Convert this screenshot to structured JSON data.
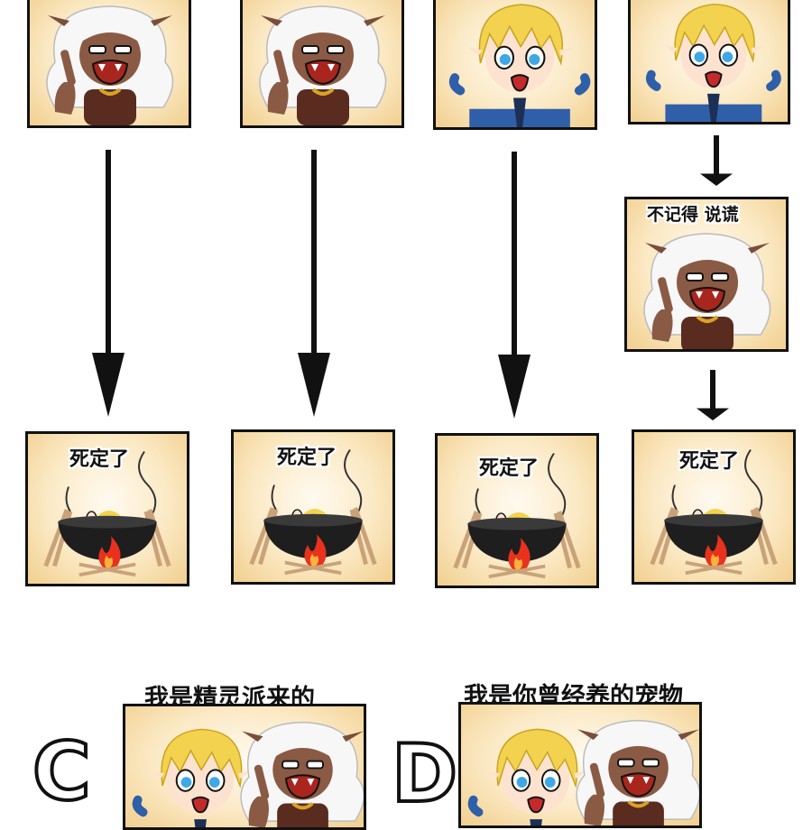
{
  "captions": {
    "forget_lie": "不记得 说谎",
    "dead_1": "死定了",
    "dead_2": "死定了",
    "dead_3": "死定了",
    "dead_4": "死定了",
    "option_c_text": "我是精灵派来的",
    "option_d_text": "我是你曾经养的宠物"
  },
  "options": {
    "c_letter": "C",
    "d_letter": "D"
  },
  "colors": {
    "panel_border": "#111111",
    "panel_bg": "#fbe9c4",
    "cauldron": "#1e1e1e",
    "fire": "#e8321e",
    "dark_skin": "#8a5a44",
    "blonde_hair": "#f2d24e",
    "jacket": "#2f5fa8"
  },
  "icons": [
    "down-arrow-icon",
    "cauldron-icon",
    "fire-icon"
  ]
}
